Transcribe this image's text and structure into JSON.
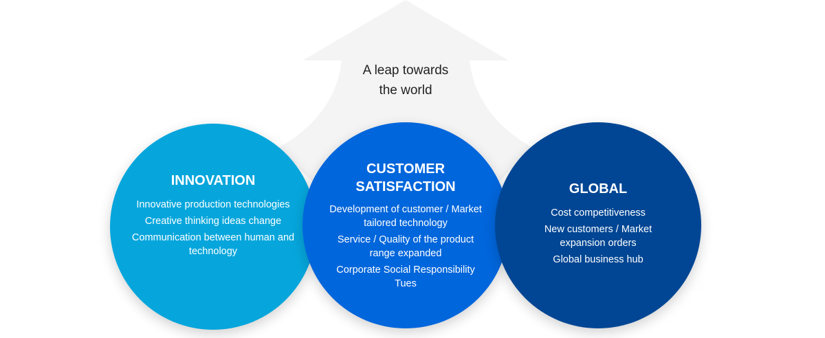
{
  "arrow": {
    "label_line1": "A leap towards",
    "label_line2": "the world",
    "color": "#f4f4f4"
  },
  "circles": [
    {
      "id": "innovation",
      "title": "INNOVATION",
      "color": "#06a6dc",
      "items": [
        "Innovative production technologies",
        "Creative thinking ideas change",
        "Communication between human and technology"
      ]
    },
    {
      "id": "customer-satisfaction",
      "title_line1": "CUSTOMER",
      "title_line2": "SATISFACTION",
      "color": "#0066dc",
      "items": [
        "Development of customer / Market tailored technology",
        "Service / Quality of the product range expanded",
        "Corporate Social Responsibility Tues"
      ]
    },
    {
      "id": "global",
      "title": "GLOBAL",
      "color": "#004694",
      "items": [
        "Cost competitiveness",
        "New customers / Market expansion orders",
        "Global business hub"
      ]
    }
  ]
}
